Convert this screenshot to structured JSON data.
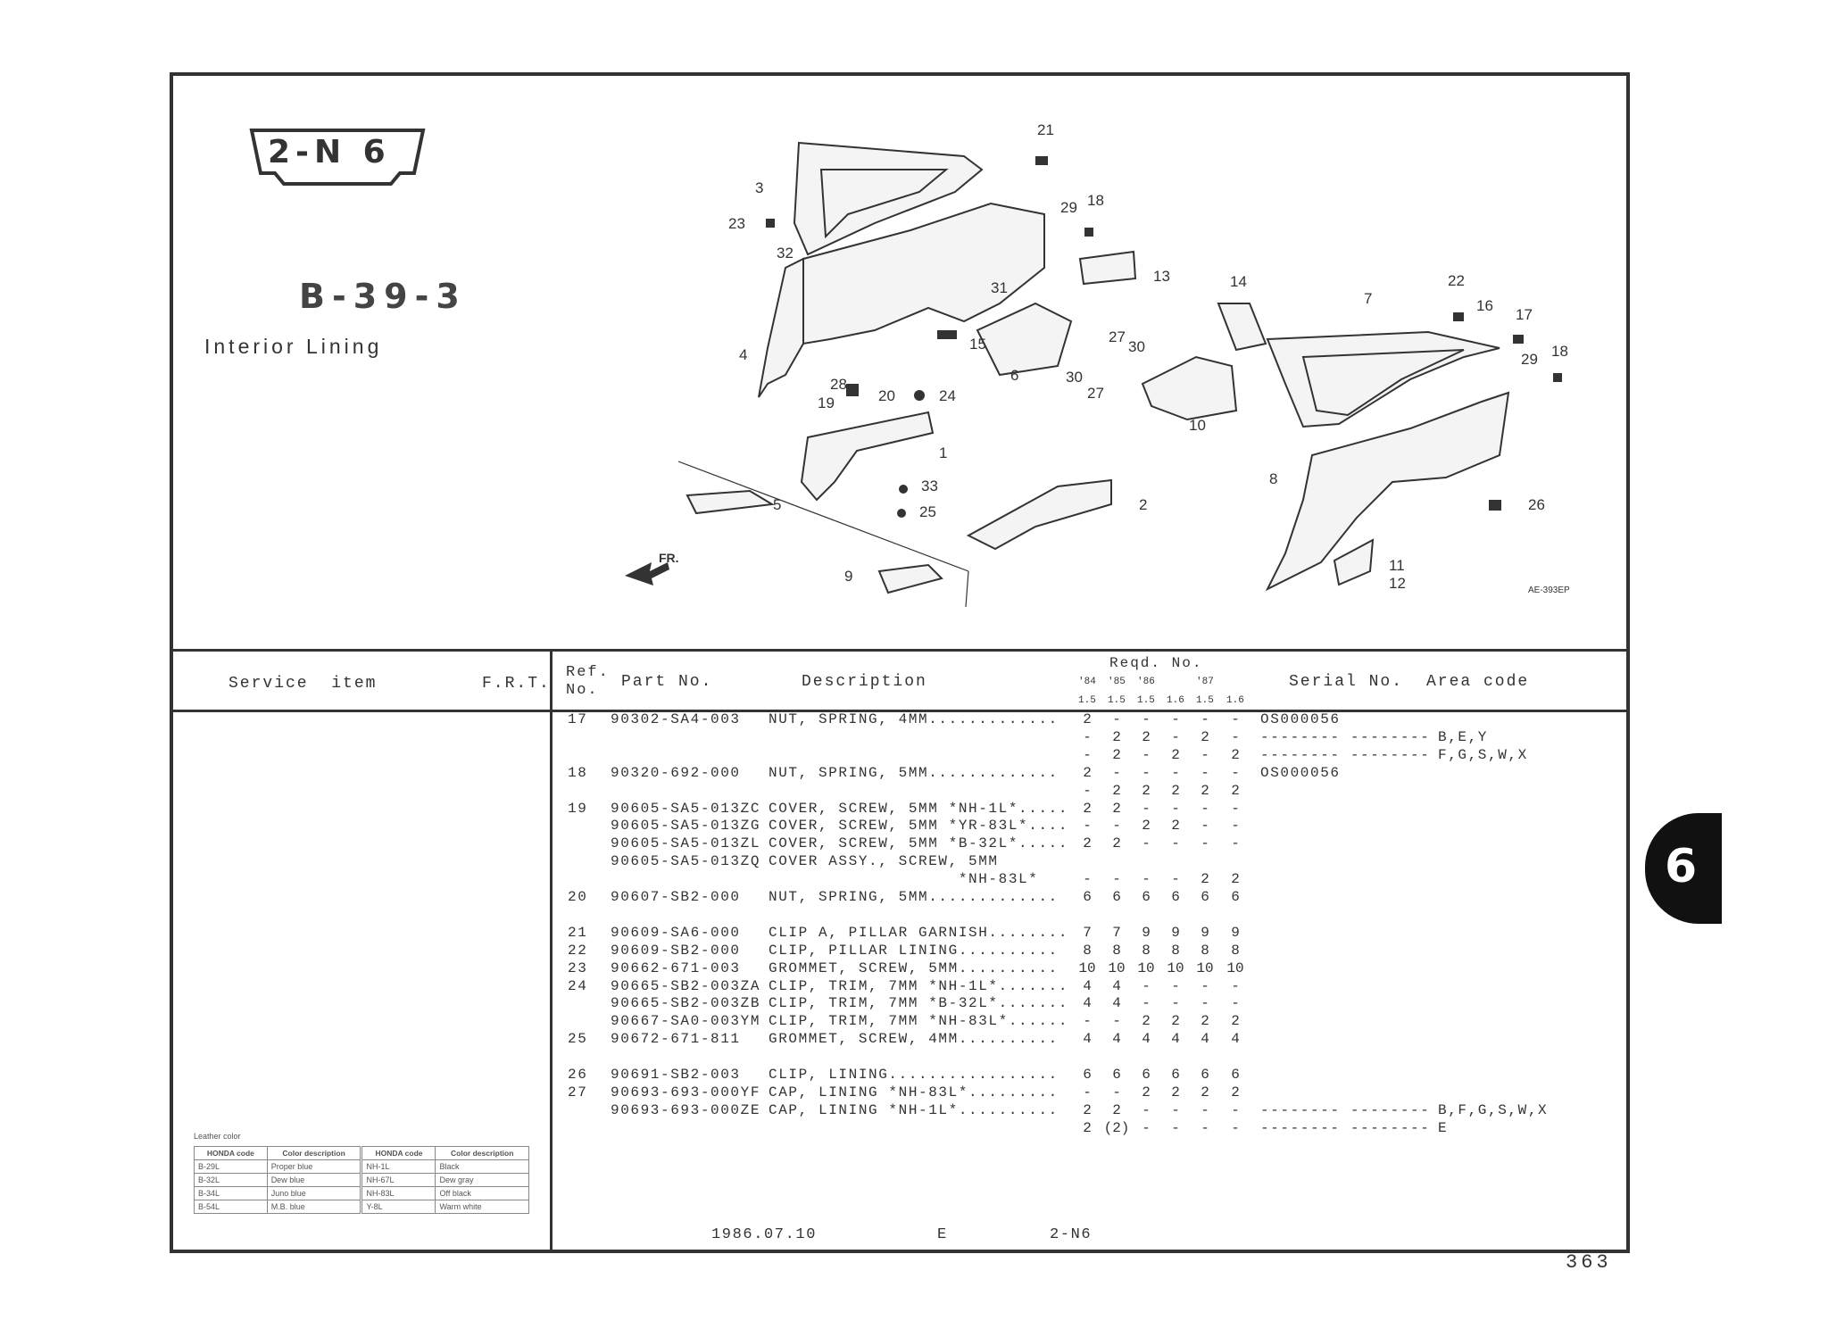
{
  "header": {
    "logo_code": "2-N 6",
    "plate_no": "B-39-3",
    "section_name": "Interior Lining"
  },
  "diagram": {
    "callouts": [
      "21",
      "3",
      "23",
      "29",
      "18",
      "32",
      "13",
      "31",
      "14",
      "22",
      "7",
      "16",
      "17",
      "4",
      "15",
      "27",
      "30",
      "18",
      "29",
      "28",
      "6",
      "30",
      "27",
      "20",
      "24",
      "19",
      "10",
      "1",
      "33",
      "8",
      "5",
      "2",
      "25",
      "26",
      "11",
      "12",
      "9"
    ],
    "front_label": "FR.",
    "ref_code": "AE-393EP"
  },
  "table": {
    "columns": {
      "service_item": "Service  item",
      "frt": "F.R.T.",
      "ref_no_1": "Ref.",
      "ref_no_2": "No.",
      "part_no": "Part No.",
      "description": "Description",
      "reqd_no": "Reqd. No.",
      "years": [
        "'84",
        "'85",
        "'86",
        "",
        "'87",
        ""
      ],
      "engines": [
        "1.5",
        "1.5",
        "1.5",
        "1.6",
        "1.5",
        "1.6"
      ],
      "serial_no": "Serial No.",
      "area_code": "Area code"
    },
    "rows": [
      {
        "ref": "17",
        "part": "90302-SA4-003",
        "desc": "NUT, SPRING, 4MM.............",
        "qty": [
          "2",
          "-",
          "-",
          "-",
          "-",
          "-"
        ],
        "serial": "OS000056",
        "area": ""
      },
      {
        "ref": "",
        "part": "",
        "desc": "",
        "qty": [
          "-",
          "2",
          "2",
          "-",
          "2",
          "-"
        ],
        "serial": "-------- --------",
        "area": "B,E,Y"
      },
      {
        "ref": "",
        "part": "",
        "desc": "",
        "qty": [
          "-",
          "2",
          "-",
          "2",
          "-",
          "2"
        ],
        "serial": "-------- --------",
        "area": "F,G,S,W,X"
      },
      {
        "ref": "18",
        "part": "90320-692-000",
        "desc": "NUT, SPRING, 5MM.............",
        "qty": [
          "2",
          "-",
          "-",
          "-",
          "-",
          "-"
        ],
        "serial": "OS000056",
        "area": ""
      },
      {
        "ref": "",
        "part": "",
        "desc": "",
        "qty": [
          "-",
          "2",
          "2",
          "2",
          "2",
          "2"
        ],
        "serial": "",
        "area": ""
      },
      {
        "ref": "19",
        "part": "90605-SA5-013ZC",
        "desc": "COVER, SCREW, 5MM *NH-1L*.....",
        "qty": [
          "2",
          "2",
          "-",
          "-",
          "-",
          "-"
        ],
        "serial": "",
        "area": ""
      },
      {
        "ref": "",
        "part": "90605-SA5-013ZG",
        "desc": "COVER, SCREW, 5MM *YR-83L*....",
        "qty": [
          "-",
          "-",
          "2",
          "2",
          "-",
          "-"
        ],
        "serial": "",
        "area": ""
      },
      {
        "ref": "",
        "part": "90605-SA5-013ZL",
        "desc": "COVER, SCREW, 5MM *B-32L*.....",
        "qty": [
          "2",
          "2",
          "-",
          "-",
          "-",
          "-"
        ],
        "serial": "",
        "area": ""
      },
      {
        "ref": "",
        "part": "90605-SA5-013ZQ",
        "desc": "COVER ASSY., SCREW, 5MM",
        "qty": [
          "",
          "",
          "",
          "",
          "",
          ""
        ],
        "serial": "",
        "area": ""
      },
      {
        "ref": "",
        "part": "",
        "desc": "                   *NH-83L*",
        "qty": [
          "-",
          "-",
          "-",
          "-",
          "2",
          "2"
        ],
        "serial": "",
        "area": ""
      },
      {
        "ref": "20",
        "part": "90607-SB2-000",
        "desc": "NUT, SPRING, 5MM.............",
        "qty": [
          "6",
          "6",
          "6",
          "6",
          "6",
          "6"
        ],
        "serial": "",
        "area": ""
      },
      {
        "ref": "",
        "part": "",
        "desc": "",
        "qty": [
          "",
          "",
          "",
          "",
          "",
          ""
        ],
        "serial": "",
        "area": ""
      },
      {
        "ref": "21",
        "part": "90609-SA6-000",
        "desc": "CLIP A, PILLAR GARNISH........",
        "qty": [
          "7",
          "7",
          "9",
          "9",
          "9",
          "9"
        ],
        "serial": "",
        "area": ""
      },
      {
        "ref": "22",
        "part": "90609-SB2-000",
        "desc": "CLIP, PILLAR LINING..........",
        "qty": [
          "8",
          "8",
          "8",
          "8",
          "8",
          "8"
        ],
        "serial": "",
        "area": ""
      },
      {
        "ref": "23",
        "part": "90662-671-003",
        "desc": "GROMMET, SCREW, 5MM..........",
        "qty": [
          "10",
          "10",
          "10",
          "10",
          "10",
          "10"
        ],
        "serial": "",
        "area": ""
      },
      {
        "ref": "24",
        "part": "90665-SB2-003ZA",
        "desc": "CLIP, TRIM, 7MM *NH-1L*.......",
        "qty": [
          "4",
          "4",
          "-",
          "-",
          "-",
          "-"
        ],
        "serial": "",
        "area": ""
      },
      {
        "ref": "",
        "part": "90665-SB2-003ZB",
        "desc": "CLIP, TRIM, 7MM *B-32L*.......",
        "qty": [
          "4",
          "4",
          "-",
          "-",
          "-",
          "-"
        ],
        "serial": "",
        "area": ""
      },
      {
        "ref": "",
        "part": "90667-SA0-003YM",
        "desc": "CLIP, TRIM, 7MM *NH-83L*......",
        "qty": [
          "-",
          "-",
          "2",
          "2",
          "2",
          "2"
        ],
        "serial": "",
        "area": ""
      },
      {
        "ref": "25",
        "part": "90672-671-811",
        "desc": "GROMMET, SCREW, 4MM..........",
        "qty": [
          "4",
          "4",
          "4",
          "4",
          "4",
          "4"
        ],
        "serial": "",
        "area": ""
      },
      {
        "ref": "",
        "part": "",
        "desc": "",
        "qty": [
          "",
          "",
          "",
          "",
          "",
          ""
        ],
        "serial": "",
        "area": ""
      },
      {
        "ref": "26",
        "part": "90691-SB2-003",
        "desc": "CLIP, LINING.................",
        "qty": [
          "6",
          "6",
          "6",
          "6",
          "6",
          "6"
        ],
        "serial": "",
        "area": ""
      },
      {
        "ref": "27",
        "part": "90693-693-000YF",
        "desc": "CAP, LINING *NH-83L*.........",
        "qty": [
          "-",
          "-",
          "2",
          "2",
          "2",
          "2"
        ],
        "serial": "",
        "area": ""
      },
      {
        "ref": "",
        "part": "90693-693-000ZE",
        "desc": "CAP, LINING *NH-1L*..........",
        "qty": [
          "2",
          "2",
          "-",
          "-",
          "-",
          "-"
        ],
        "serial": "-------- --------",
        "area": "B,F,G,S,W,X"
      },
      {
        "ref": "",
        "part": "",
        "desc": "",
        "qty": [
          "2",
          "(2)",
          "-",
          "-",
          "-",
          "-"
        ],
        "serial": "-------- --------",
        "area": "E"
      }
    ]
  },
  "leather": {
    "title": "Leather color",
    "headers": [
      "HONDA code",
      "Color description",
      "HONDA code",
      "Color description"
    ],
    "rows": [
      [
        "B-29L",
        "Proper blue",
        "NH-1L",
        "Black"
      ],
      [
        "B-32L",
        "Dew blue",
        "NH-67L",
        "Dew gray"
      ],
      [
        "B-34L",
        "Juno blue",
        "NH-83L",
        "Off black"
      ],
      [
        "B-54L",
        "M.B. blue",
        "Y-8L",
        "Warm white"
      ]
    ]
  },
  "footer": {
    "date": "1986.07.10",
    "edition": "E",
    "code": "2-N6",
    "page_number": "363"
  },
  "side_tab": {
    "label": "6"
  }
}
